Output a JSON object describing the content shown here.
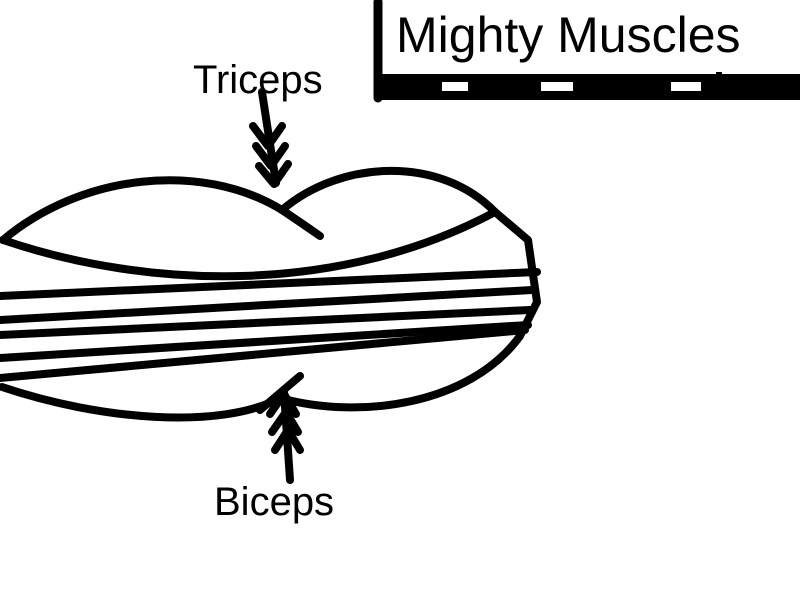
{
  "title": "Mighty Muscles",
  "labels": {
    "triceps": "Triceps",
    "biceps": "Biceps"
  },
  "colors": {
    "ink": "#000000",
    "paper": "#ffffff"
  }
}
